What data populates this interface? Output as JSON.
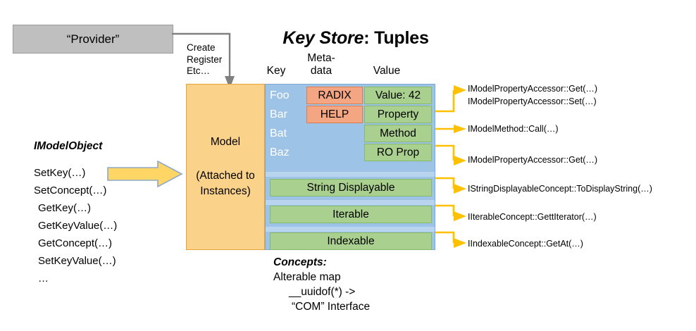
{
  "title": {
    "emphasis": "Key Store",
    "rest": ": Tuples"
  },
  "provider": {
    "label": "“Provider”",
    "connector_caption": "Create\nRegister\nEtc…",
    "connector_lines": [
      "Create",
      "Register",
      "Etc…"
    ]
  },
  "columns": {
    "key": "Key",
    "metadata": "Meta-\ndata",
    "metadata_line1": "Meta-",
    "metadata_line2": "data",
    "value": "Value"
  },
  "model_box": {
    "title": "Model",
    "subtitle_line1": "(Attached to",
    "subtitle_line2": "Instances)"
  },
  "store": {
    "tuples": [
      {
        "key": "Foo",
        "metadata": "RADIX",
        "value": "Value: 42"
      },
      {
        "key": "Bar",
        "metadata": "HELP",
        "value": "Property"
      },
      {
        "key": "Bat",
        "metadata": "",
        "value": "Method"
      },
      {
        "key": "Baz",
        "metadata": "",
        "value": "RO Prop"
      }
    ],
    "concept_rows": [
      {
        "label": "String Displayable"
      },
      {
        "label": "Iterable"
      },
      {
        "label": "Indexable"
      }
    ]
  },
  "imodelobject": {
    "title": "IModelObject",
    "methods": [
      "SetKey(…)",
      "SetConcept(…)",
      "GetKey(…)",
      "GetKeyValue(…)",
      "GetConcept(…)",
      "SetKeyValue(…)",
      "…"
    ]
  },
  "concepts": {
    "header": "Concepts:",
    "line1": "Alterable map",
    "line2": "__uuidof(*) ->",
    "line3": "“COM” Interface"
  },
  "callouts": [
    {
      "id": "property-accessor-get",
      "text": "IModelPropertyAccessor::Get(…)"
    },
    {
      "id": "property-accessor-set",
      "text": "IModelPropertyAccessor::Set(…)"
    },
    {
      "id": "model-method-call",
      "text": "IModelMethod::Call(…)"
    },
    {
      "id": "ro-prop-accessor-get",
      "text": "IModelPropertyAccessor::Get(…)"
    },
    {
      "id": "string-displayable",
      "text": "IStringDisplayableConcept::ToDisplayString(…)"
    },
    {
      "id": "iterable",
      "text": "IIterableConcept::GettIterator(…)"
    },
    {
      "id": "indexable",
      "text": "IIndexableConcept::GetAt(…)"
    }
  ],
  "colors": {
    "provider_fill": "#bfbfbf",
    "model_fill": "#fbd28a",
    "store_fill": "#9dc3e6",
    "metadata_fill": "#f4a582",
    "value_fill": "#a9d08e",
    "arrow_yellow": "#ffc000",
    "connector_gray": "#808080"
  }
}
